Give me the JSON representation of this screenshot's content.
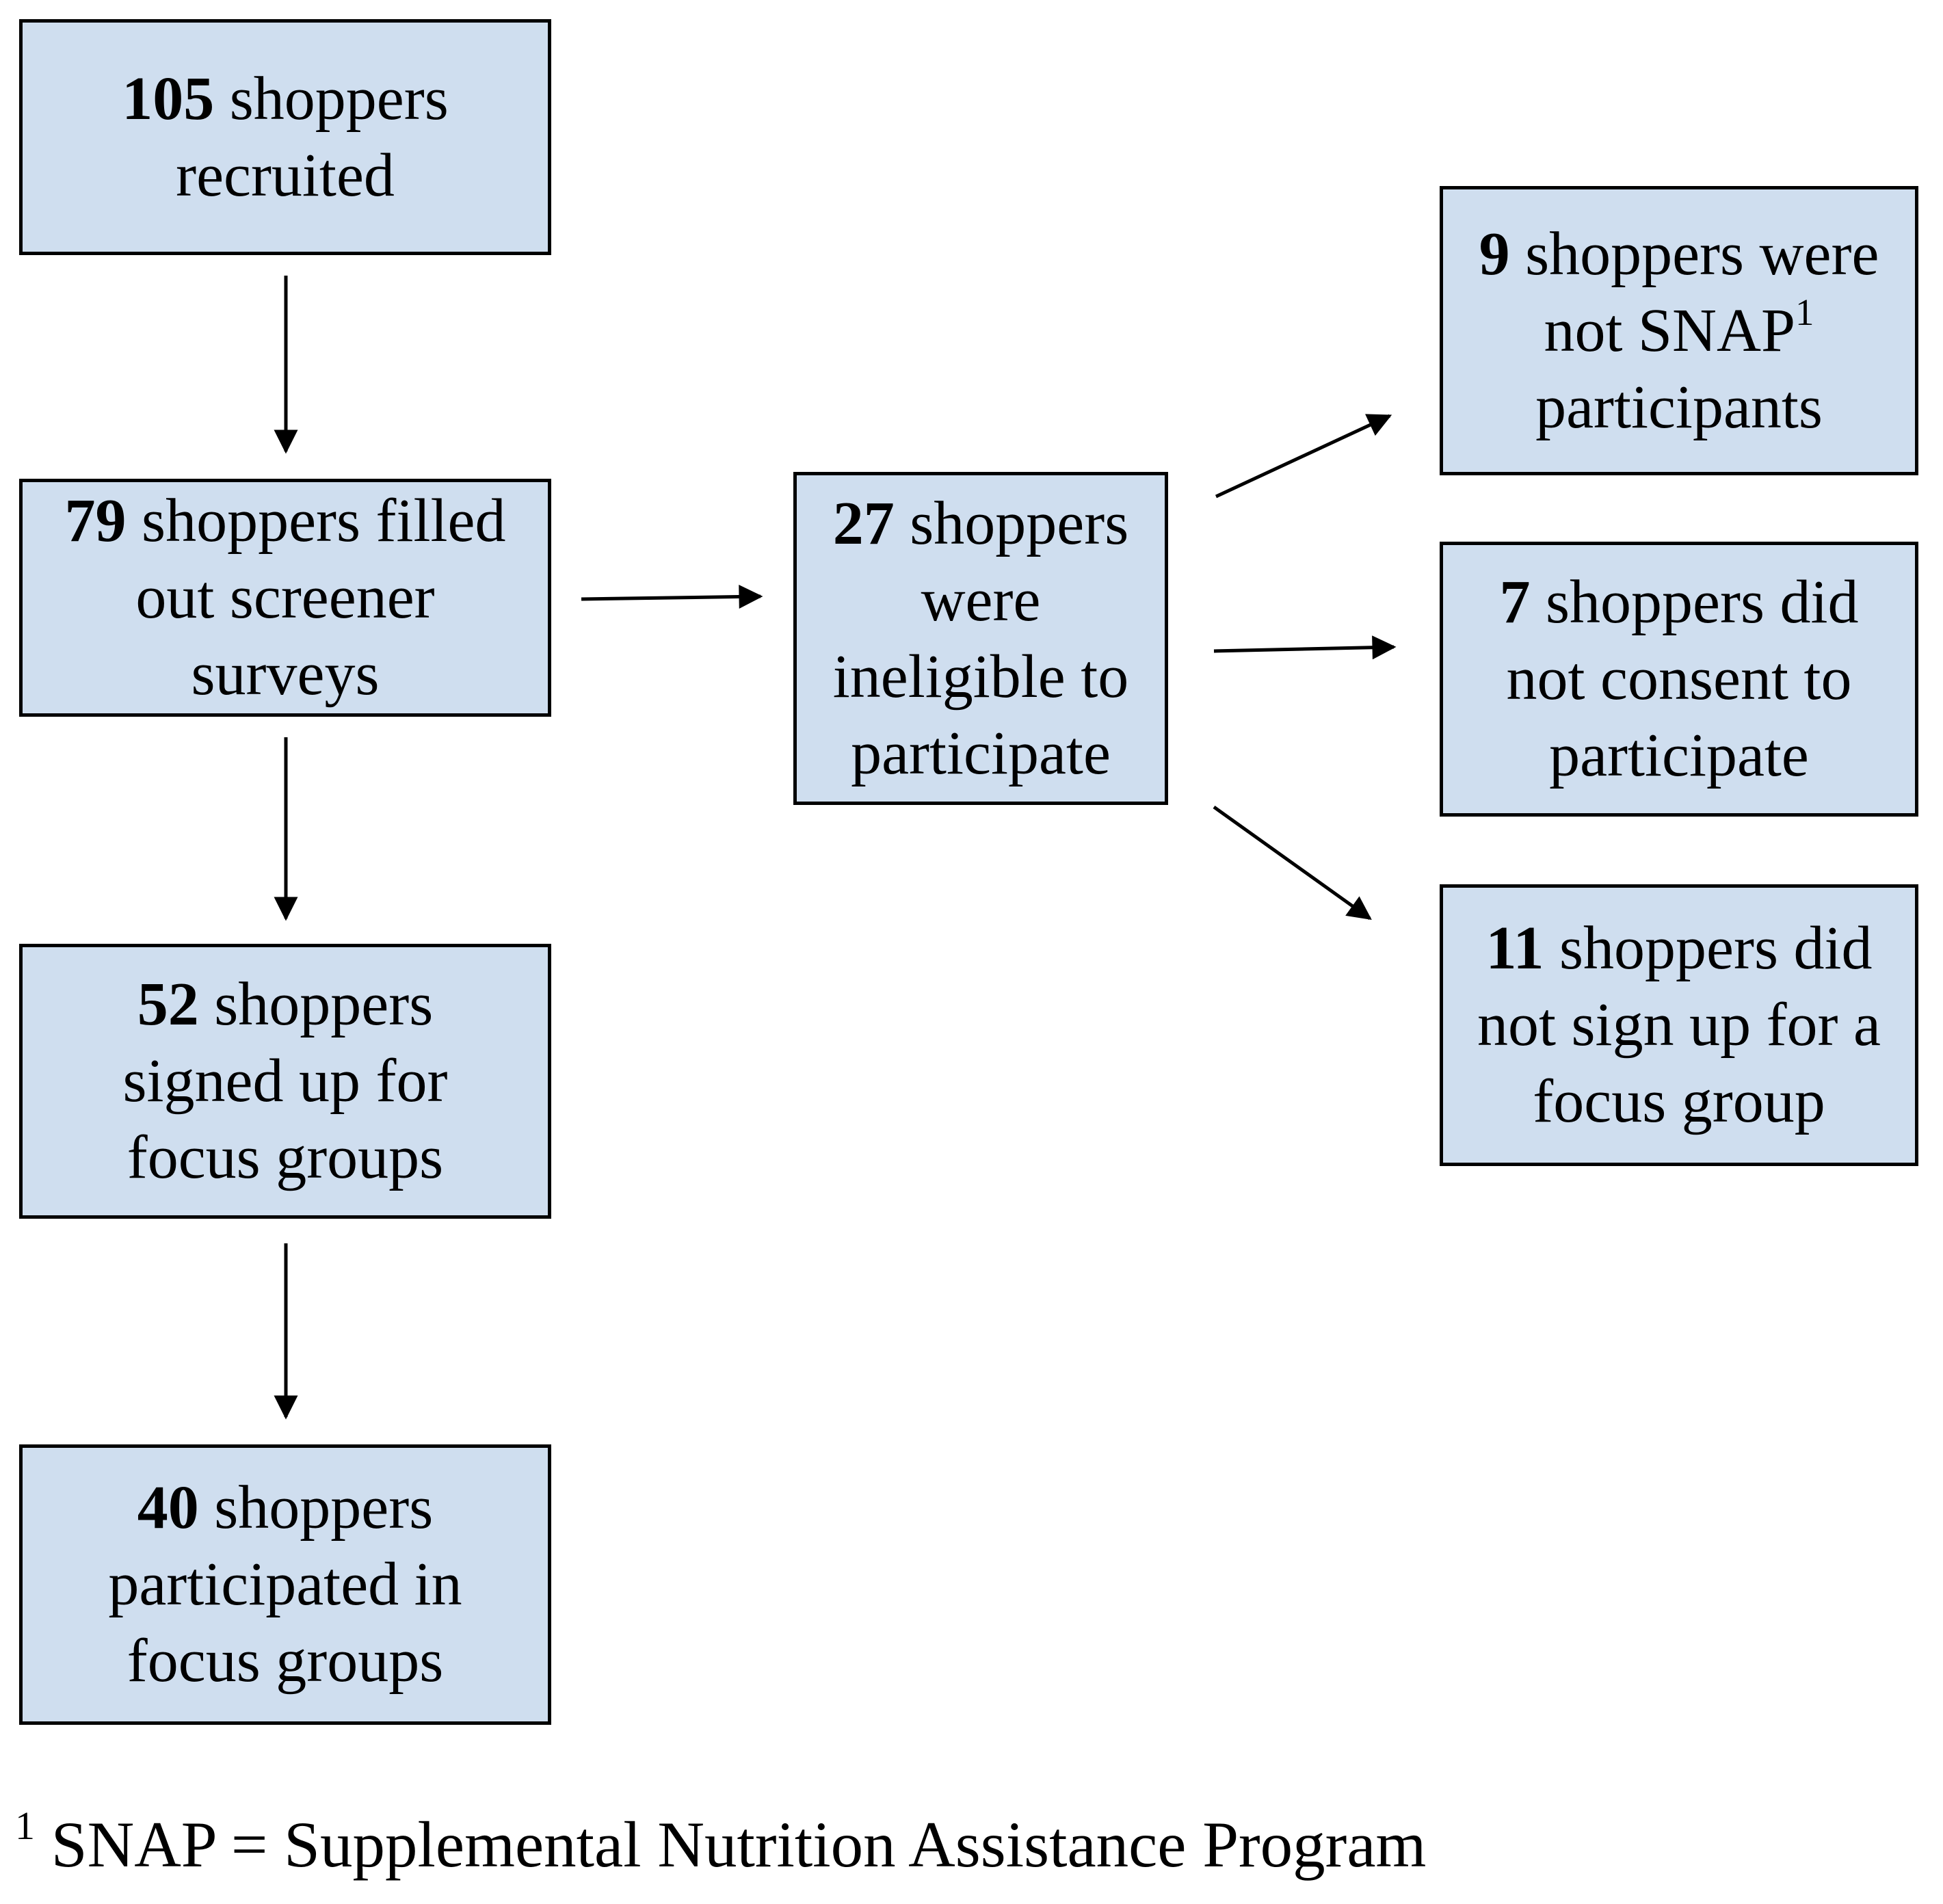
{
  "figure": {
    "colors": {
      "box_fill": "#cfdeef",
      "box_border": "#000000",
      "arrow": "#000000",
      "background": "#ffffff",
      "text": "#000000"
    },
    "boxes": {
      "recruited": {
        "number": "105",
        "text": " shoppers\nrecruited"
      },
      "screener": {
        "number": "79",
        "text": " shoppers filled\nout screener\nsurveys"
      },
      "signed_up": {
        "number": "52",
        "text": " shoppers\nsigned up for\nfocus groups"
      },
      "participated": {
        "number": "40",
        "text": " shoppers\nparticipated in\nfocus groups"
      },
      "ineligible": {
        "number": "27",
        "text": " shoppers\nwere\nineligible to\nparticipate"
      },
      "not_snap": {
        "number": "9",
        "text": " shoppers were\nnot SNAP",
        "superscript": "1",
        "text_after": "\nparticipants"
      },
      "no_consent": {
        "number": "7",
        "text": " shoppers did\nnot consent to\nparticipate"
      },
      "no_signup": {
        "number": "11",
        "text": " shoppers did\nnot sign up for a\nfocus group"
      }
    },
    "footnote": {
      "superscript": "1",
      "text": " SNAP = Supplemental Nutrition Assistance Program"
    }
  }
}
